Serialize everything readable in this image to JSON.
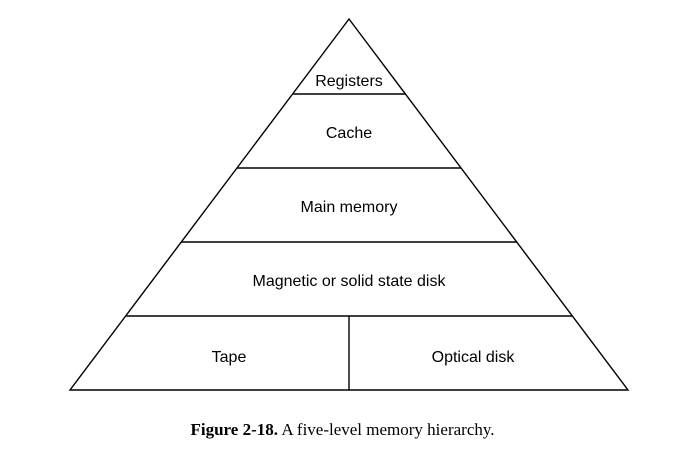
{
  "diagram": {
    "levels": {
      "registers": "Registers",
      "cache": "Cache",
      "main_memory": "Main memory",
      "disk": "Magnetic or solid state disk",
      "tape": "Tape",
      "optical_disk": "Optical disk"
    },
    "stroke_color": "#000000"
  },
  "caption": {
    "number": "Figure 2-18.",
    "text": "A five-level memory hierarchy."
  }
}
